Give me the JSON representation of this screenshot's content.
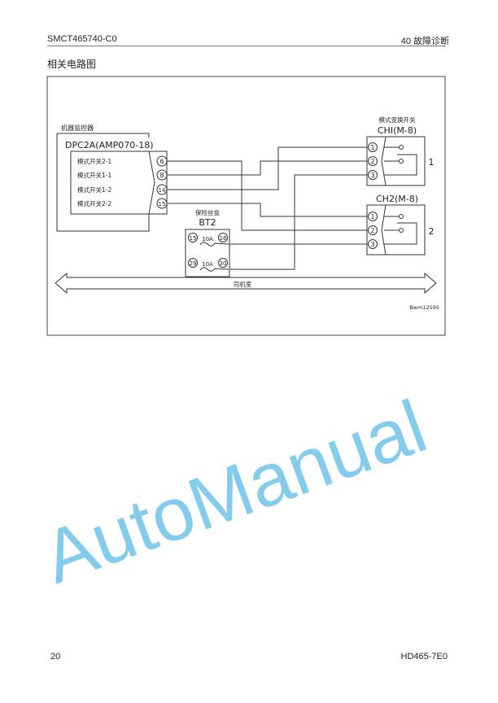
{
  "header": {
    "doc_code": "SMCT465740-C0",
    "chapter": "40 故障诊断"
  },
  "section_title": "相关电路图",
  "diagram": {
    "controller": {
      "title": "机器监控器",
      "connector": "DPC2A(AMP070-18)",
      "signals": [
        {
          "label": "模式开关2-1",
          "pin": "6"
        },
        {
          "label": "模式开关1-1",
          "pin": "8"
        },
        {
          "label": "模式开关1-2",
          "pin": "14"
        },
        {
          "label": "模式开关2-2",
          "pin": "15"
        }
      ]
    },
    "fuse_box": {
      "title": "保险丝盒",
      "name": "BT2",
      "fuses": [
        {
          "in": "15",
          "rating": "10A",
          "out": "16"
        },
        {
          "in": "29",
          "rating": "10A",
          "out": "30"
        }
      ]
    },
    "mode_switch_title": "模式变换开关",
    "switches": [
      {
        "connector": "CHI(M-8)",
        "pins": [
          "1",
          "2",
          "3"
        ],
        "label": "1"
      },
      {
        "connector": "CH2(M-8)",
        "pins": [
          "1",
          "2",
          "3"
        ],
        "label": "2"
      }
    ],
    "area_label": "司机室",
    "figure_id": "Bwm12595"
  },
  "watermark": "AutoManual",
  "footer": {
    "page": "20",
    "model": "HD465-7E0"
  }
}
